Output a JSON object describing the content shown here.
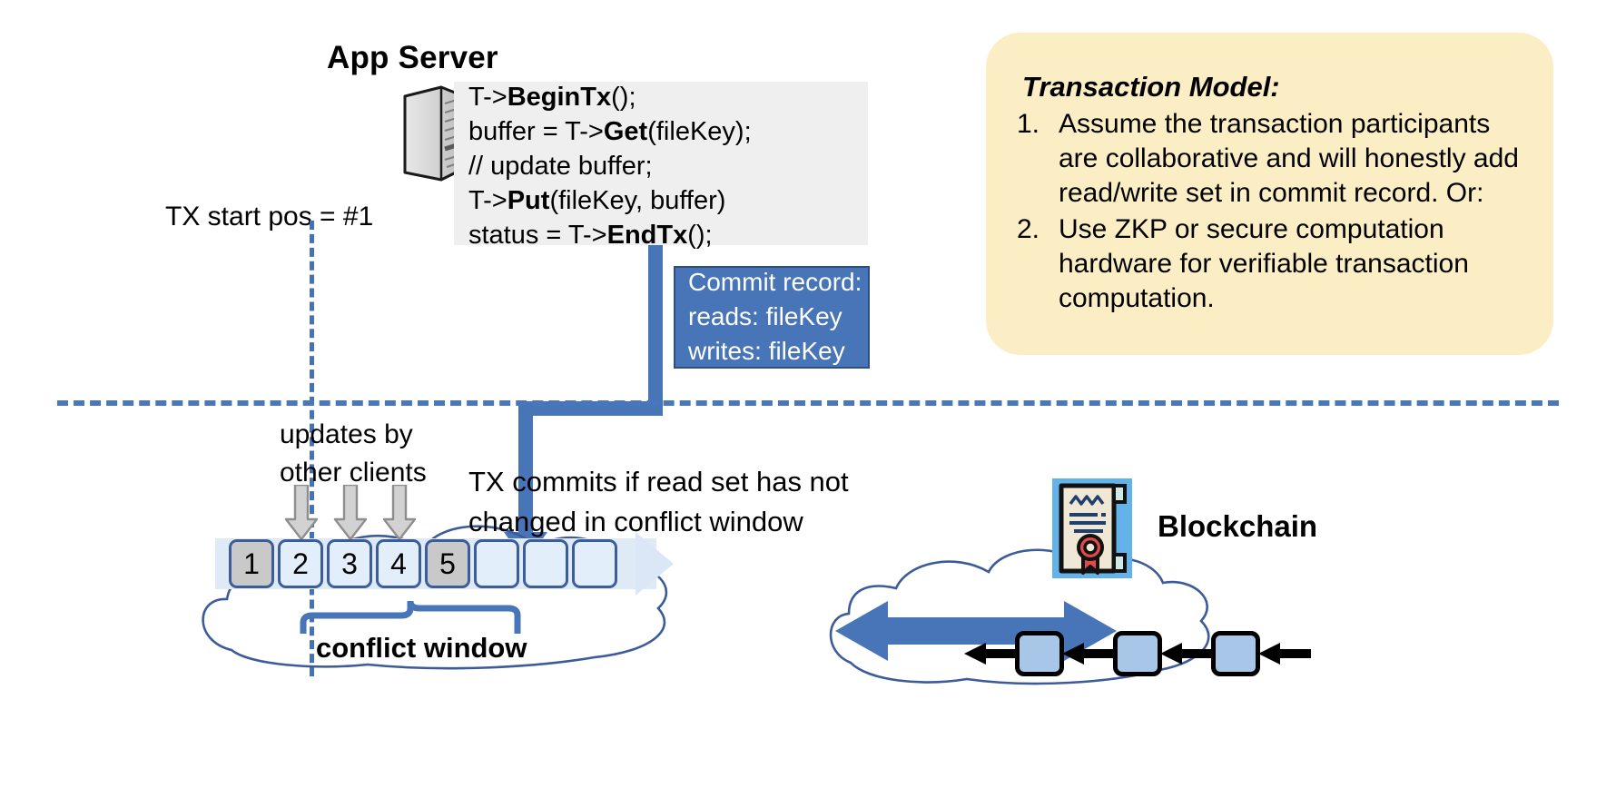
{
  "app_server": {
    "title": "App Server",
    "icon": "server-icon",
    "code_lines": [
      [
        {
          "t": "T->",
          "b": false
        },
        {
          "t": "BeginTx",
          "b": true
        },
        {
          "t": "();",
          "b": false
        }
      ],
      [
        {
          "t": "buffer = T->",
          "b": false
        },
        {
          "t": "Get",
          "b": true
        },
        {
          "t": "(fileKey);",
          "b": false
        }
      ],
      [
        {
          "t": "// update buffer;",
          "b": false
        }
      ],
      [
        {
          "t": "T->",
          "b": false
        },
        {
          "t": "Put",
          "b": true
        },
        {
          "t": "(fileKey, buffer)",
          "b": false
        }
      ],
      [
        {
          "t": "status = T->",
          "b": false
        },
        {
          "t": "EndTx",
          "b": true
        },
        {
          "t": "();",
          "b": false
        }
      ]
    ]
  },
  "tx_start": {
    "label": "TX start pos = #1"
  },
  "commit_record": {
    "lines": [
      "Commit record:",
      "reads: fileKey",
      "writes: fileKey"
    ]
  },
  "transaction_model": {
    "title": "Transaction Model:",
    "items": [
      {
        "num": "1.",
        "text": "Assume the transaction participants are collaborative and will honestly add read/write set in commit record.  Or:"
      },
      {
        "num": "2.",
        "text": "Use ZKP or secure computation hardware for verifiable transaction computation."
      }
    ]
  },
  "ledger": {
    "updates_label": "updates by\nother clients",
    "updates_label_lines": [
      "updates by",
      "other clients"
    ],
    "commit_note_lines": [
      "TX commits if read set has not",
      "changed in conflict window"
    ],
    "boxes": [
      {
        "label": "1",
        "filled": true
      },
      {
        "label": "2",
        "filled": false
      },
      {
        "label": "3",
        "filled": false
      },
      {
        "label": "4",
        "filled": false
      },
      {
        "label": "5",
        "filled": true
      },
      {
        "label": "",
        "filled": false
      },
      {
        "label": "",
        "filled": false
      },
      {
        "label": "",
        "filled": false
      }
    ],
    "conflict_window_label": "conflict window",
    "grey_arrow_count": 3
  },
  "blockchain": {
    "label": "Blockchain",
    "icon": "certificate-icon",
    "block_count": 3
  },
  "colors": {
    "accent_blue": "#4874b8",
    "dash_blue": "#4a76bd",
    "callout_yellow": "#fbeec4",
    "code_bg": "#efefef",
    "ledger_box": "#e3eefb",
    "ledger_box_filled": "#c9c9c9",
    "ledger_band": "#dfeaf7",
    "chain_block": "#a8c6e8",
    "cert_bg": "#63b3e8"
  }
}
